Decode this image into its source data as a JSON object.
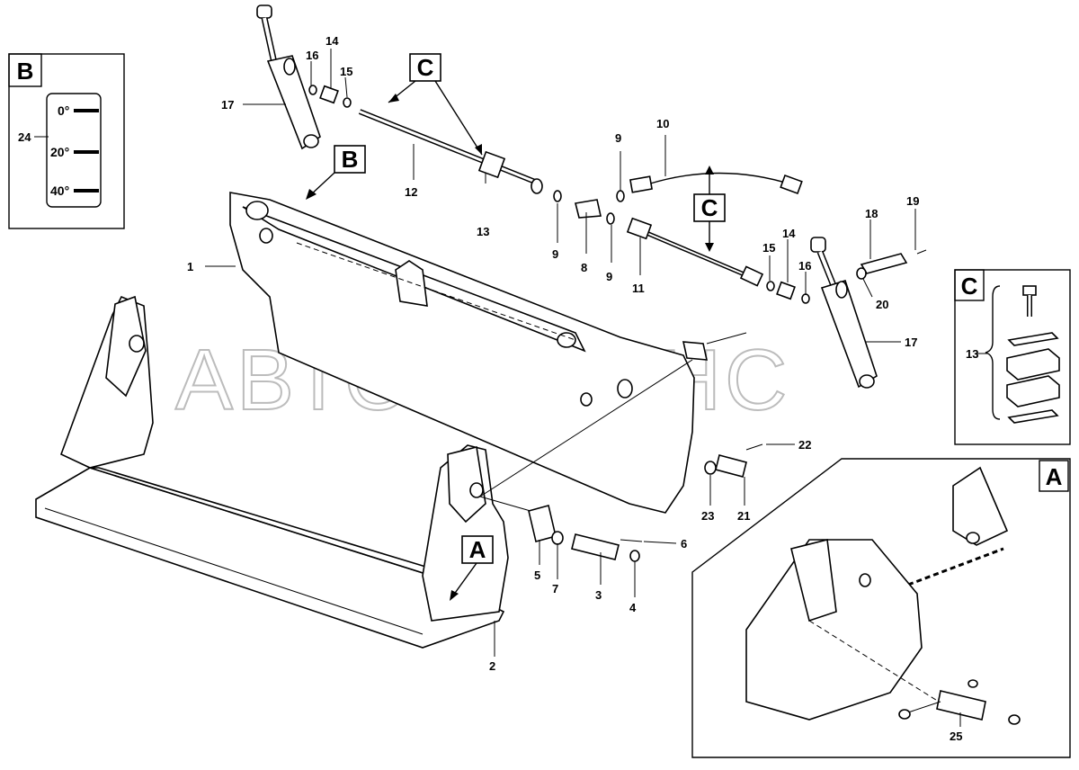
{
  "watermark": "АВТОАЛЬЯНС",
  "view_labels": {
    "B_callout": "B",
    "B_inset": "B",
    "C_top": "C",
    "C_mid": "C",
    "C_inset": "C",
    "A_callout": "A",
    "A_inset": "A"
  },
  "angle_scale": {
    "ref": "24",
    "marks": [
      "0°",
      "20°",
      "40°"
    ]
  },
  "part_numbers": {
    "p1": "1",
    "p2": "2",
    "p3": "3",
    "p4": "4",
    "p5": "5",
    "p6": "6",
    "p7": "7",
    "p8": "8",
    "p9a": "9",
    "p9b": "9",
    "p9c": "9",
    "p10": "10",
    "p11": "11",
    "p12": "12",
    "p13": "13",
    "p13c": "13",
    "p14a": "14",
    "p14b": "14",
    "p15a": "15",
    "p15b": "15",
    "p16a": "16",
    "p16b": "16",
    "p17a": "17",
    "p17b": "17",
    "p18": "18",
    "p19": "19",
    "p20": "20",
    "p21": "21",
    "p22": "22",
    "p23": "23",
    "p25": "25"
  }
}
